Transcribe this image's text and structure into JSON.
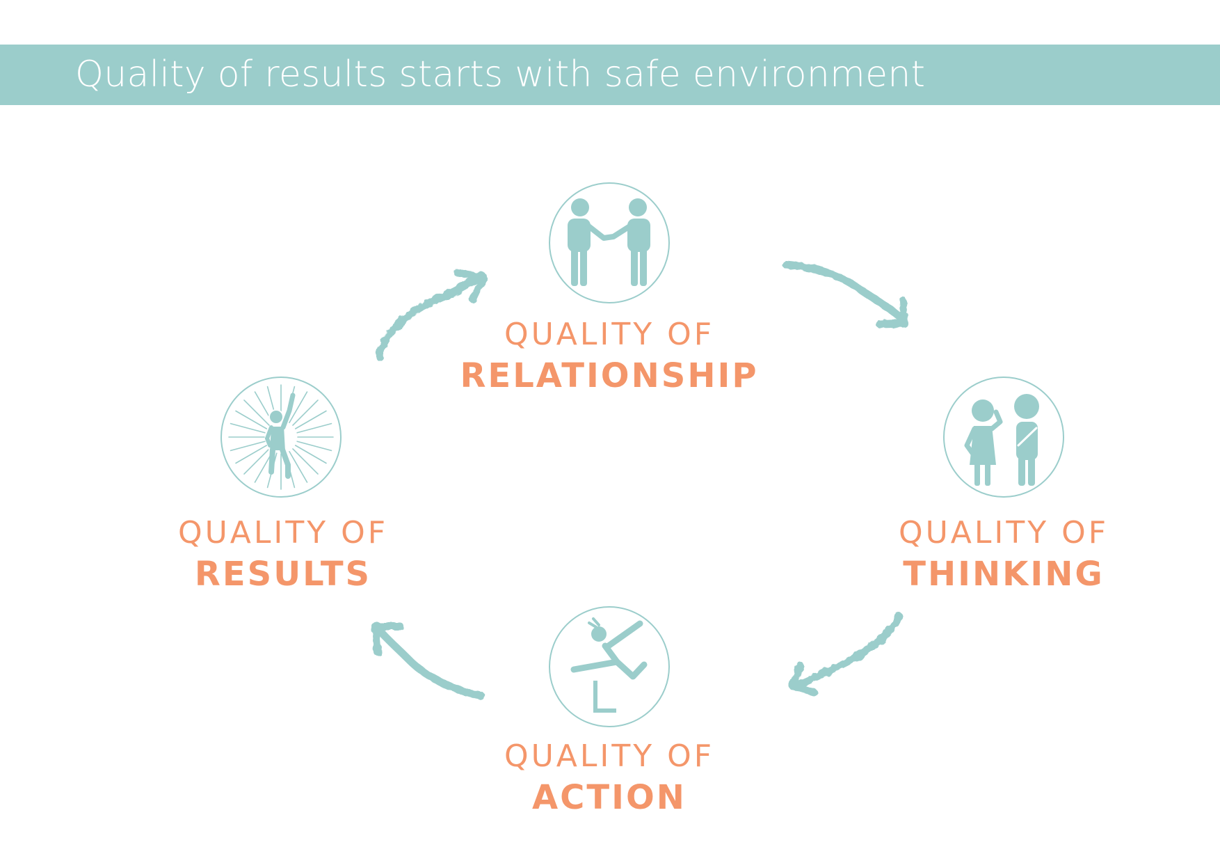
{
  "banner": {
    "title": "Quality of results starts with safe environment",
    "background": "#9bcdcb",
    "text_color": "#ffffff"
  },
  "colors": {
    "icon": "#9bcdcb",
    "label": "#f4966a"
  },
  "nodes": [
    {
      "id": "relationship",
      "line1": "QUALITY OF",
      "line2": "RELATIONSHIP",
      "icon": "handshake-icon"
    },
    {
      "id": "thinking",
      "line1": "QUALITY OF",
      "line2": "THINKING",
      "icon": "thinking-people-icon"
    },
    {
      "id": "action",
      "line1": "QUALITY OF",
      "line2": "ACTION",
      "icon": "jumping-hurdle-icon"
    },
    {
      "id": "results",
      "line1": "QUALITY OF",
      "line2": "RESULTS",
      "icon": "celebrating-person-icon"
    }
  ]
}
